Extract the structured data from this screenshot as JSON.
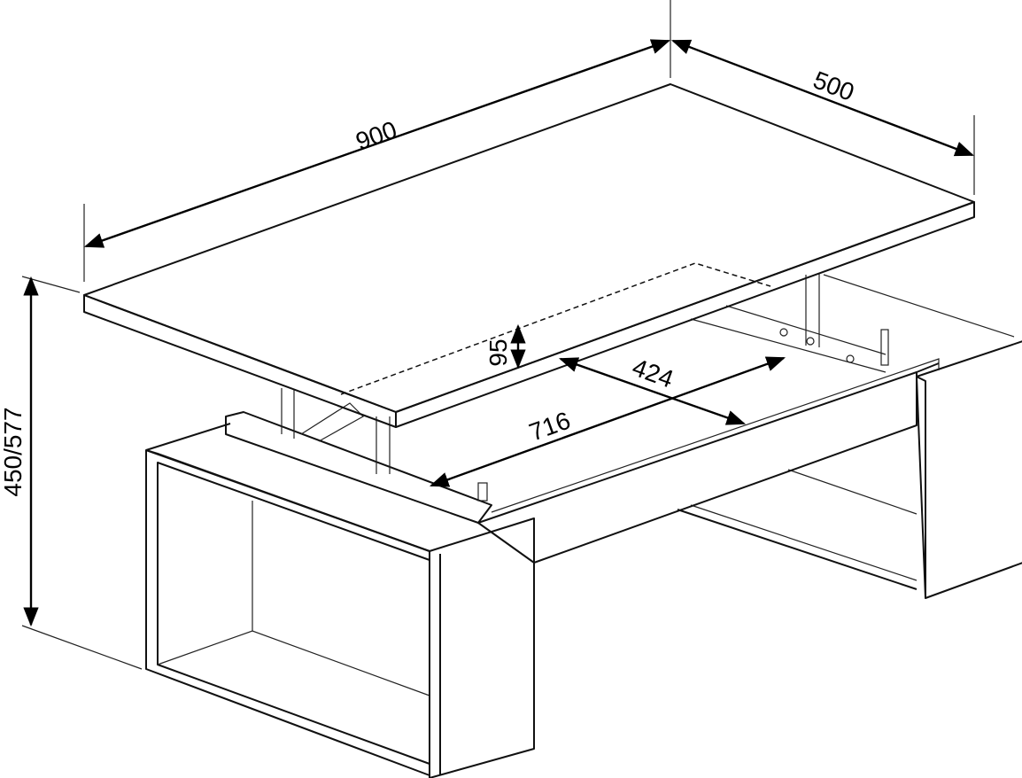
{
  "title": "Lift-top coffee table dimensions",
  "dimensions": {
    "length": "900",
    "depth": "500",
    "height": "450/577",
    "lift": "95",
    "opening_depth": "424",
    "opening_length": "716"
  }
}
